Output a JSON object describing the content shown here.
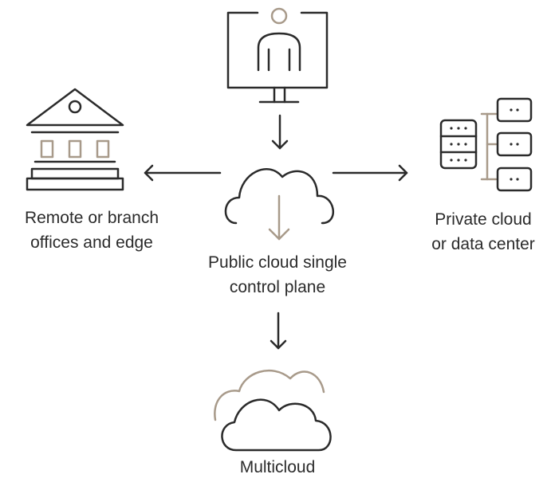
{
  "colors": {
    "stroke": "#2b2b2b",
    "accent": "#a89a8a"
  },
  "nodes": {
    "left": {
      "icon": "bank-building-icon",
      "lines": [
        "Remote or branch",
        "offices and edge"
      ]
    },
    "center": {
      "icon": "cloud-download-icon",
      "lines": [
        "Public cloud single",
        "control plane"
      ]
    },
    "right": {
      "icon": "server-rack-icon",
      "lines": [
        "Private cloud",
        "or data center"
      ]
    },
    "bottom": {
      "icon": "multicloud-icon",
      "lines": [
        "Multicloud"
      ]
    },
    "top": {
      "icon": "monitor-user-icon"
    }
  },
  "edges": [
    {
      "from": "top",
      "to": "center"
    },
    {
      "from": "center",
      "to": "left"
    },
    {
      "from": "center",
      "to": "right"
    },
    {
      "from": "center",
      "to": "bottom"
    }
  ]
}
